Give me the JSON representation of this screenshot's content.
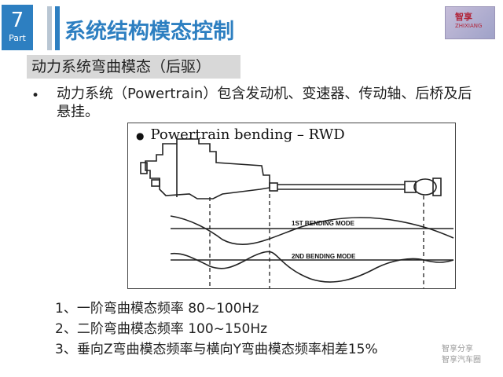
{
  "header": {
    "part_number": "7",
    "part_label": "Part",
    "title": "系统结构模态控制"
  },
  "logo": {
    "text": "智享",
    "subtext": "ZHIXIANG"
  },
  "section": {
    "subtitle": "动力系统弯曲模态（后驱）",
    "bullet_symbol": "•",
    "bullet_text": "动力系统（Powertrain）包含发动机、变速器、传动轴、后桥及后悬挂。"
  },
  "figure": {
    "title": "Powertrain bending – RWD",
    "mode1_label": "1ST BENDING MODE",
    "mode2_label": "2ND BENDING MODE"
  },
  "list": [
    "1、一阶弯曲模态频率 80~100Hz",
    "2、二阶弯曲模态频率 100~150Hz",
    "3、垂向Z弯曲模态频率与横向Y弯曲模态频率相差15%"
  ],
  "watermark": {
    "line1": "智享分享",
    "line2": "智享汽车圈"
  },
  "colors": {
    "accent": "#2d7fc1",
    "subtitle_bg": "#d8d8d8"
  }
}
